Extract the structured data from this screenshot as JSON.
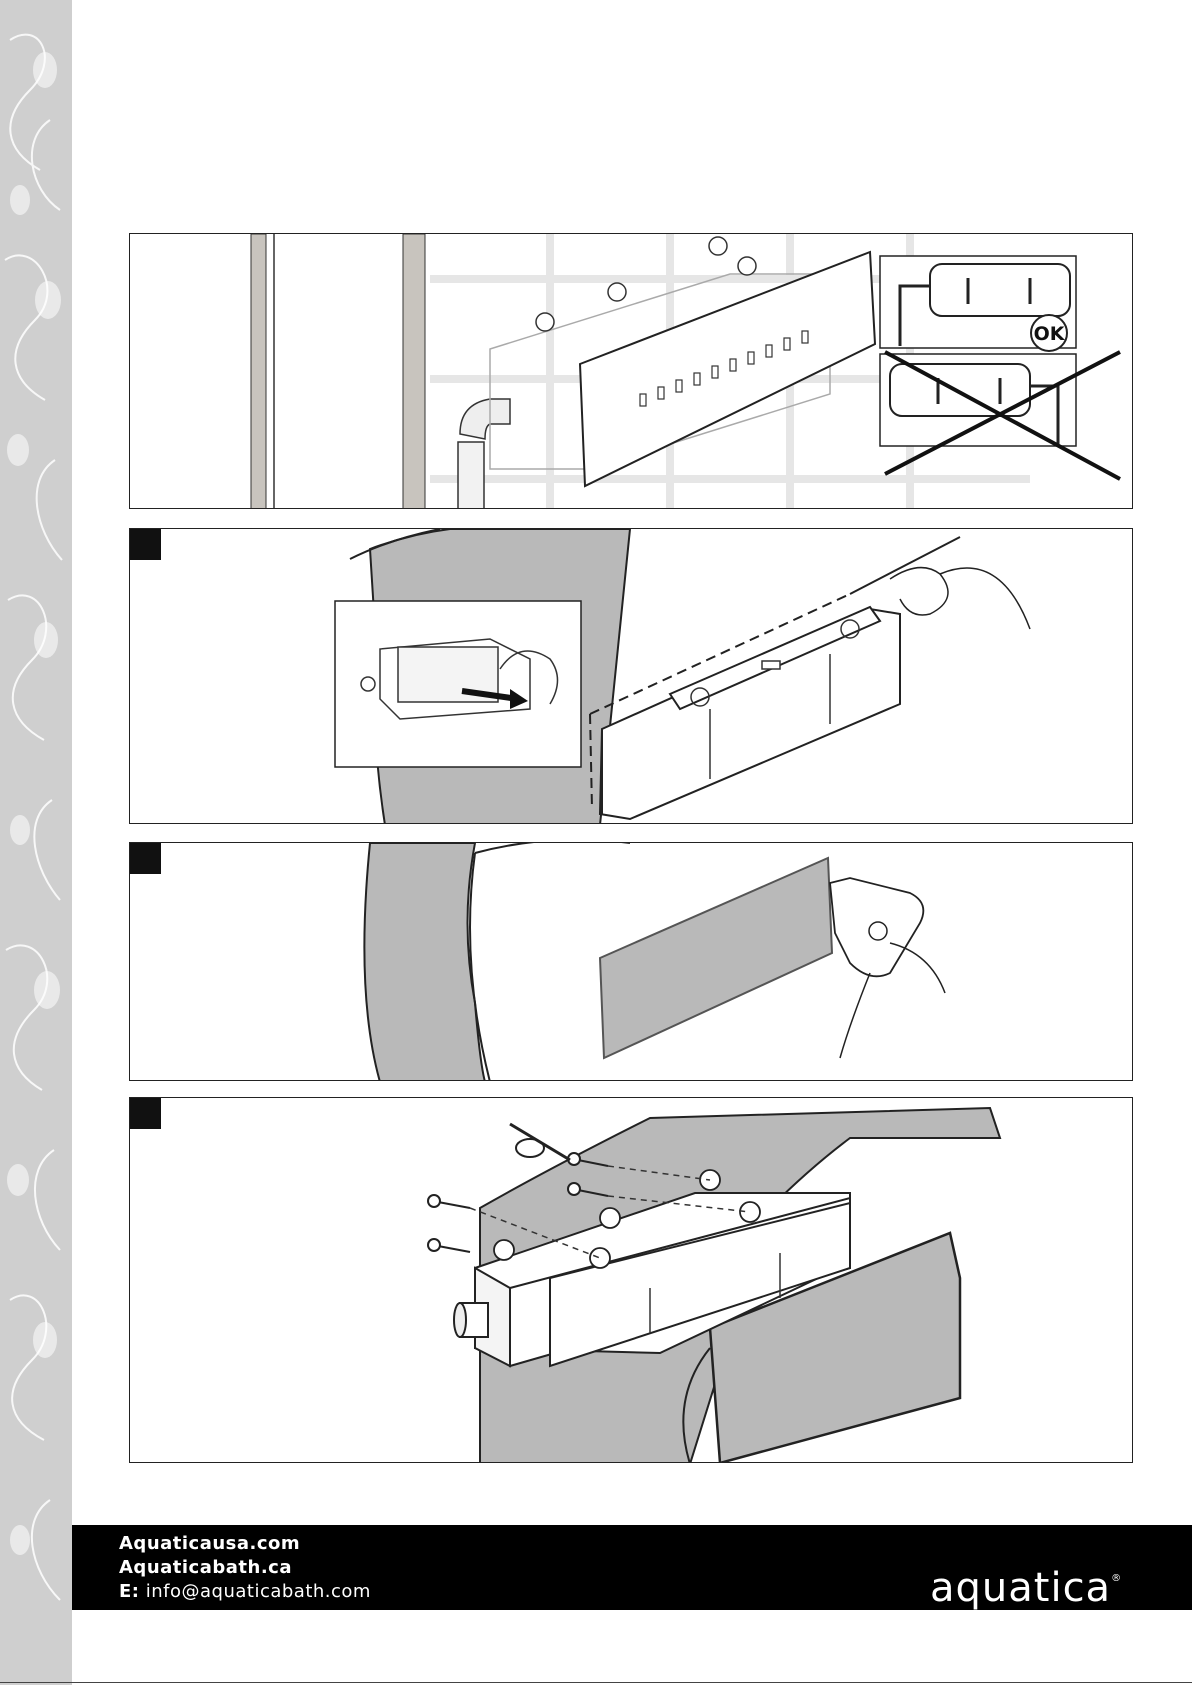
{
  "figure1": {
    "ok_label": "OK"
  },
  "footer": {
    "site_us": "Aquaticausa.com",
    "site_ca": "Aquaticabath.ca",
    "email_prefix": "E:",
    "email": "info@aquaticabath.com",
    "brand": "aquatica",
    "brand_mark": "®"
  },
  "colors": {
    "footer_bg": "#000000",
    "wall_gray": "#b9b9b9",
    "sidebar": "#cfcfcf"
  }
}
